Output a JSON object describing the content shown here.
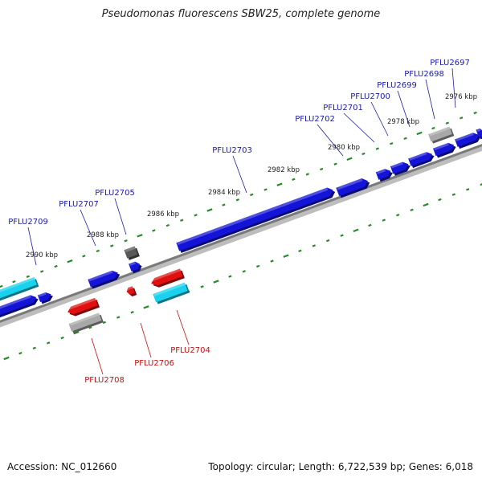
{
  "title": "Pseudomonas fluorescens SBW25, complete genome",
  "accession": "Accession: NC_012660",
  "summary": "Topology: circular; Length: 6,722,539 bp; Genes: 6,018",
  "colors": {
    "forward_label": "#1a1aa8",
    "reverse_label": "#c41010",
    "blue": "#1414d8",
    "red": "#e01010",
    "cyan": "#18d2ee",
    "gray": "#a8a8a8",
    "darkgray": "#585858",
    "backbone": "#7a7a7a",
    "ticks": "#2a8a2a"
  },
  "ticks": [
    {
      "label": "2990 kbp"
    },
    {
      "label": "2988 kbp"
    },
    {
      "label": "2986 kbp"
    },
    {
      "label": "2984 kbp"
    },
    {
      "label": "2982 kbp"
    },
    {
      "label": "2980 kbp"
    },
    {
      "label": "2978 kbp"
    },
    {
      "label": "2976 kbp"
    }
  ],
  "forward_labels": [
    {
      "text": "PFLU2709"
    },
    {
      "text": "PFLU2707"
    },
    {
      "text": "PFLU2705"
    },
    {
      "text": "PFLU2703"
    },
    {
      "text": "PFLU2702"
    },
    {
      "text": "PFLU2701"
    },
    {
      "text": "PFLU2700"
    },
    {
      "text": "PFLU2699"
    },
    {
      "text": "PFLU2698"
    },
    {
      "text": "PFLU2697"
    }
  ],
  "reverse_labels": [
    {
      "text": "PFLU2708"
    },
    {
      "text": "PFLU2706"
    },
    {
      "text": "PFLU2704"
    }
  ]
}
